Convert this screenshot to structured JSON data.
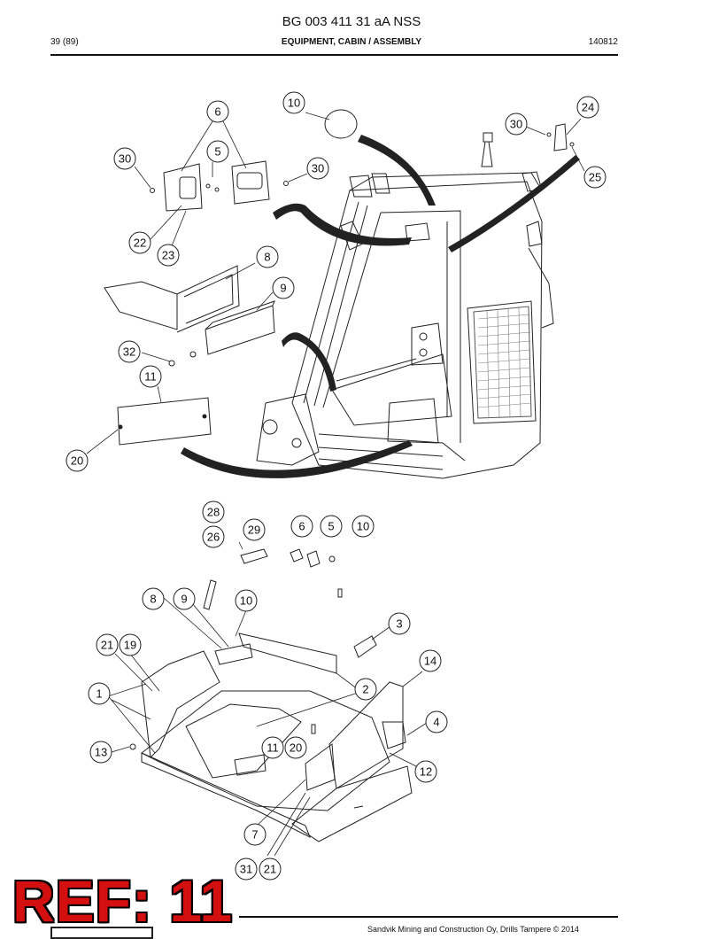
{
  "header": {
    "doc_title": "BG 003 411 31 aA NSS",
    "page": "39 (89)",
    "section": "EQUIPMENT, CABIN / ASSEMBLY",
    "date_code": "140812"
  },
  "callouts": {
    "top": [
      "10",
      "6",
      "5",
      "30",
      "30",
      "22",
      "23",
      "8",
      "9",
      "32",
      "11",
      "20",
      "24",
      "30",
      "25"
    ],
    "bottom": [
      "28",
      "26",
      "29",
      "6",
      "5",
      "10",
      "8",
      "9",
      "10",
      "3",
      "21",
      "19",
      "14",
      "2",
      "1",
      "4",
      "13",
      "11",
      "20",
      "12",
      "7",
      "31",
      "21"
    ]
  },
  "stamp": "REF: 11",
  "footer": "Sandvik Mining and Construction Oy, Drills Tampere © 2014"
}
